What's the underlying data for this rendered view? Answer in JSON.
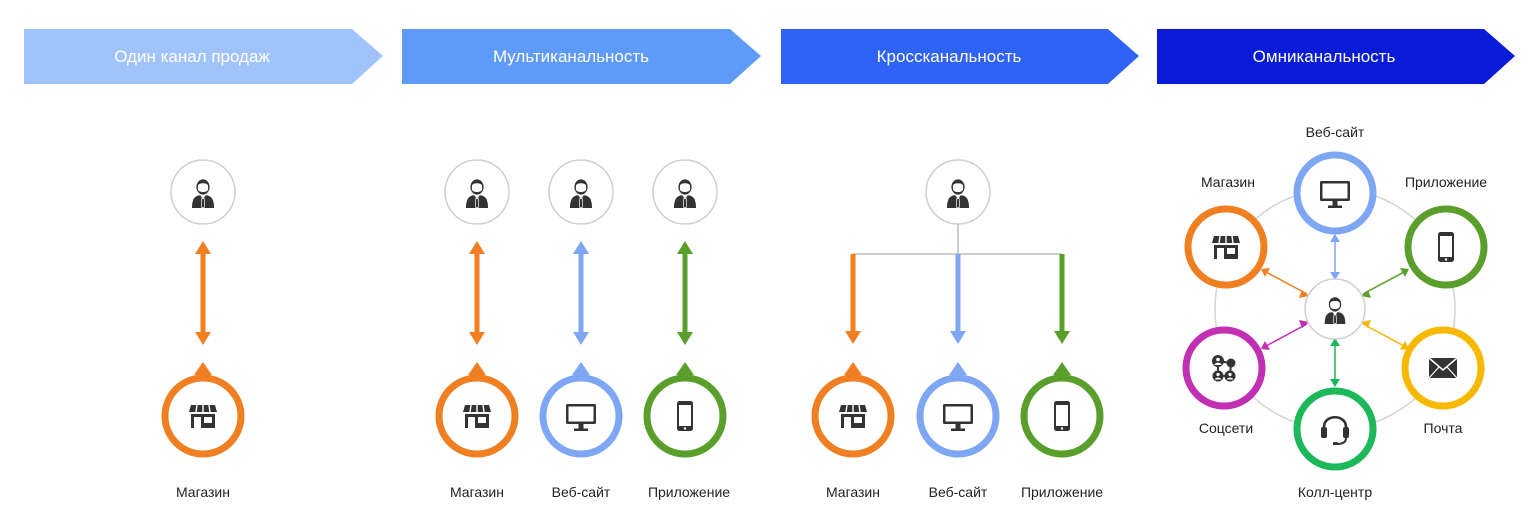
{
  "stages": [
    {
      "label": "Один канал продаж",
      "color": "#a1c3fb"
    },
    {
      "label": "Мультиканальность",
      "color": "#5e9bf8"
    },
    {
      "label": "Кроссканальность",
      "color": "#2f63f6"
    },
    {
      "label": "Омниканальность",
      "color": "#0a1bd8"
    }
  ],
  "colors": {
    "store": "#f07f22",
    "website": "#7ea6f3",
    "app": "#5a9f2b",
    "mail": "#f6b800",
    "callcenter": "#1cb85a",
    "social": "#c12fb3",
    "icon": "#333333",
    "ring": "#cfcfcf"
  },
  "single": {
    "channels": [
      {
        "label": "Магазин",
        "icon": "store-icon",
        "color": "#f07f22"
      }
    ]
  },
  "multi": {
    "channels": [
      {
        "label": "Магазин",
        "icon": "store-icon",
        "color": "#f07f22"
      },
      {
        "label": "Веб-сайт",
        "icon": "monitor-icon",
        "color": "#7ea6f3"
      },
      {
        "label": "Приложение",
        "icon": "phone-icon",
        "color": "#5a9f2b"
      }
    ]
  },
  "cross": {
    "channels": [
      {
        "label": "Магазин",
        "icon": "store-icon",
        "color": "#f07f22"
      },
      {
        "label": "Веб-сайт",
        "icon": "monitor-icon",
        "color": "#7ea6f3"
      },
      {
        "label": "Приложение",
        "icon": "phone-icon",
        "color": "#5a9f2b"
      }
    ]
  },
  "omni": {
    "channels": [
      {
        "label": "Веб-сайт",
        "icon": "monitor-icon",
        "color": "#7ea6f3"
      },
      {
        "label": "Приложение",
        "icon": "phone-icon",
        "color": "#5a9f2b"
      },
      {
        "label": "Почта",
        "icon": "mail-icon",
        "color": "#f6b800"
      },
      {
        "label": "Колл-центр",
        "icon": "headset-icon",
        "color": "#1cb85a"
      },
      {
        "label": "Соцсети",
        "icon": "social-icon",
        "color": "#c12fb3"
      },
      {
        "label": "Магазин",
        "icon": "store-icon",
        "color": "#f07f22"
      }
    ]
  }
}
